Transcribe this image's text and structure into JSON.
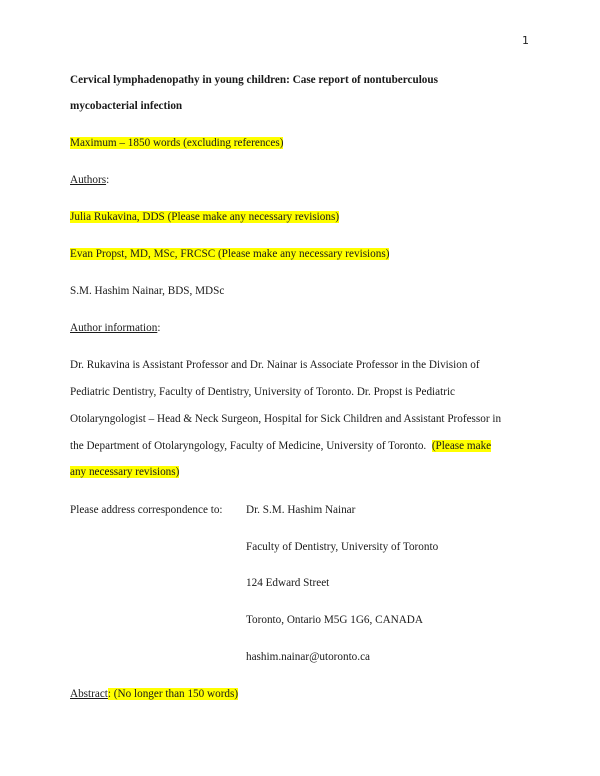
{
  "page": {
    "number": "1"
  },
  "title": {
    "line1": "Cervical lymphadenopathy in young children: Case report of nontuberculous",
    "line2": "mycobacterial infection"
  },
  "word_limit": {
    "text": "Maximum – 1850 words (excluding references)",
    "highlight_color": "#ffff00"
  },
  "authors": {
    "heading": "Authors",
    "heading_suffix": ":",
    "list": [
      {
        "name": "Julia Rukavina, DDS",
        "note": " (Please make any necessary revisions)",
        "highlighted": true
      },
      {
        "name": "Evan Propst, MD, MSc, FRCSC",
        "note": " (Please make any necessary revisions)",
        "highlighted": true
      },
      {
        "name": "S.M. Hashim Nainar, BDS, MDSc",
        "note": "",
        "highlighted": false
      }
    ]
  },
  "author_info": {
    "heading": "Author information",
    "heading_suffix": ":",
    "lines": [
      "Dr. Rukavina is Assistant Professor and Dr. Nainar is Associate Professor in the Division of",
      "Pediatric Dentistry, Faculty of Dentistry, University of Toronto.  Dr. Propst is Pediatric",
      "Otolaryngologist – Head & Neck Surgeon, Hospital for Sick Children and Assistant Professor in",
      "the Department of Otolaryngology, Faculty of Medicine, University of Toronto.  "
    ],
    "note_part1": "(Please make",
    "note_part2": "any necessary revisions)"
  },
  "correspondence": {
    "label": "Please address correspondence to:",
    "address": [
      "Dr. S.M. Hashim Nainar",
      "Faculty of Dentistry, University of Toronto",
      "124 Edward Street",
      "Toronto, Ontario M5G 1G6, CANADA",
      "hashim.nainar@utoronto.ca"
    ]
  },
  "abstract": {
    "heading": "Abstract",
    "note": ": (No longer than 150 words)"
  }
}
